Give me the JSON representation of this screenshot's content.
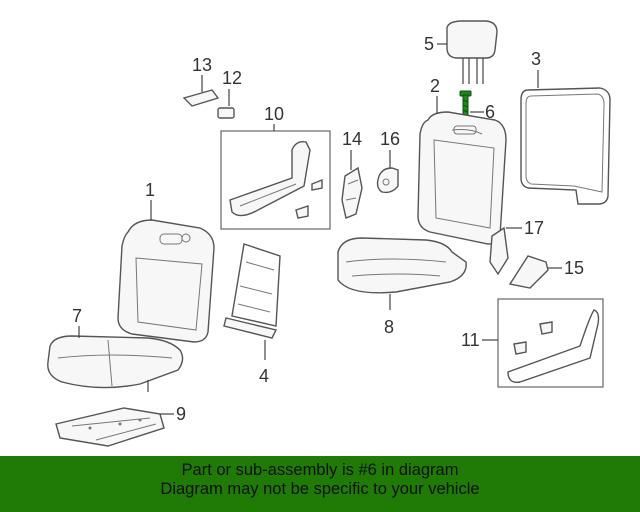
{
  "callouts": {
    "c1": "1",
    "c2": "2",
    "c3": "3",
    "c4": "4",
    "c5": "5",
    "c6": "6",
    "c7": "7",
    "c8": "8",
    "c9": "9",
    "c10": "10",
    "c11": "11",
    "c12": "12",
    "c13": "13",
    "c14": "14",
    "c15": "15",
    "c16": "16",
    "c17": "17"
  },
  "highlight_color": "#1a8a1a",
  "banner": {
    "line1": "Part or sub-assembly is #6 in diagram",
    "line2": "Diagram may not be specific to your vehicle",
    "background": "#1f7a06"
  }
}
